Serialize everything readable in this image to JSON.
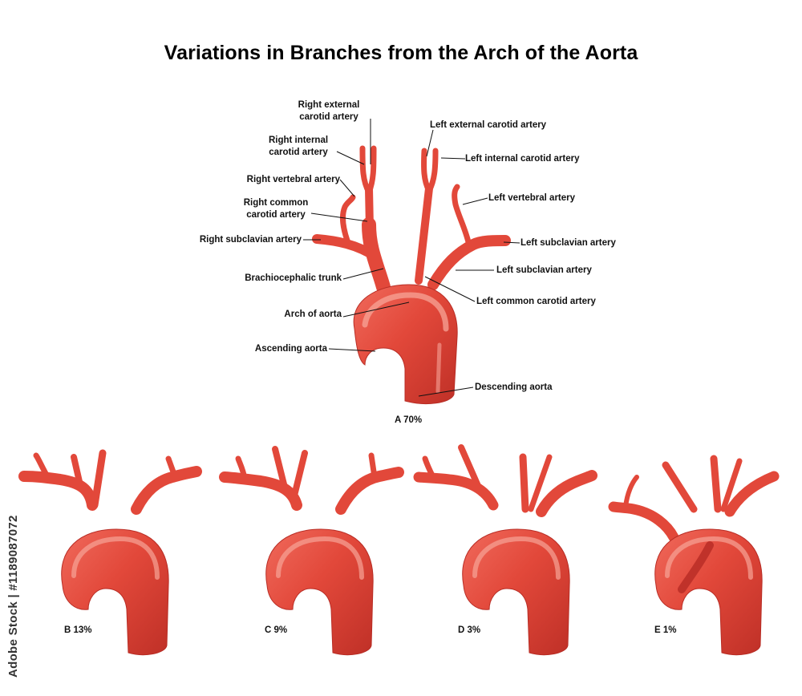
{
  "title": "Variations in Branches from the Arch of the Aorta",
  "colors": {
    "artery": "#e2483a",
    "artery_dark": "#c0322a",
    "artery_light": "#f48d80",
    "text": "#111111",
    "background": "#ffffff"
  },
  "labels": {
    "right_external_carotid": [
      "Right external",
      "carotid artery"
    ],
    "right_internal_carotid": [
      "Right internal",
      "carotid artery"
    ],
    "right_vertebral": "Right vertebral artery",
    "right_common_carotid": [
      "Right common",
      "carotid artery"
    ],
    "right_subclavian": "Right subclavian artery",
    "brachiocephalic": "Brachiocephalic trunk",
    "arch": "Arch of aorta",
    "ascending": "Ascending aorta",
    "left_external_carotid": "Left external carotid artery",
    "left_internal_carotid": "Left internal carotid artery",
    "left_vertebral": "Left vertebral artery",
    "left_subclavian_upper": "Left subclavian artery",
    "left_subclavian_lower": "Left subclavian artery",
    "left_common_carotid": "Left common carotid artery",
    "descending": "Descending aorta"
  },
  "variants": [
    {
      "id": "A",
      "caption": "A 70%",
      "percent": 70
    },
    {
      "id": "B",
      "caption": "B 13%",
      "percent": 13
    },
    {
      "id": "C",
      "caption": "C 9%",
      "percent": 9
    },
    {
      "id": "D",
      "caption": "D 3%",
      "percent": 3
    },
    {
      "id": "E",
      "caption": "E 1%",
      "percent": 1
    }
  ],
  "credit": "Adobe Stock | #1189087072"
}
